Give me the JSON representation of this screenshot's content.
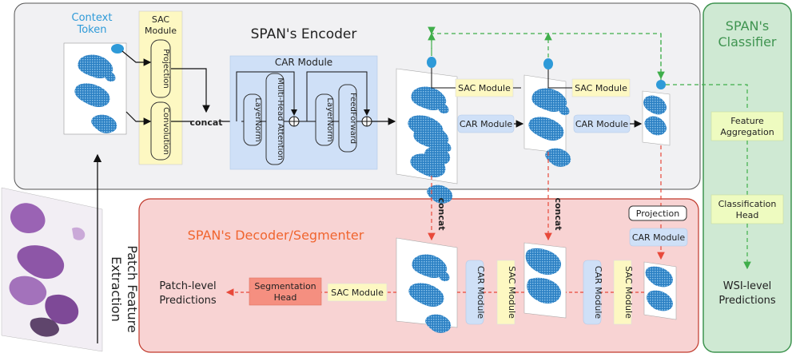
{
  "encoder": {
    "title": "SPAN's Encoder",
    "context_token": [
      "Context",
      "Token"
    ],
    "sac_module_title": [
      "SAC",
      "Module"
    ],
    "projection": "Projection",
    "convolution": "Convolution",
    "concat": "concat",
    "car_module_title": "CAR Module",
    "layernorm_1": "LayerNorm",
    "mha": "Multi-Head Attention",
    "layernorm_2": "LayerNorm",
    "feedforward": "FeedForward",
    "stage1_sac": "SAC Module",
    "stage1_car": "CAR Module",
    "stage2_sac": "SAC Module",
    "stage2_car": "CAR Module"
  },
  "classifier": {
    "title": [
      "SPAN's",
      "Classifier"
    ],
    "feature_aggregation": [
      "Feature",
      "Aggregation"
    ],
    "classification_head": [
      "Classification",
      "Head"
    ],
    "output": [
      "WSI-level",
      "Predictions"
    ]
  },
  "decoder": {
    "title": "SPAN's Decoder/Segmenter",
    "concat_1": "concat",
    "concat_2": "concat",
    "projection": "Projection",
    "car_module_top": "CAR Module",
    "car_module_1": "CAR Module",
    "sac_module_1": "SAC Module",
    "car_module_2": "CAR Module",
    "sac_module_2": "SAC Module",
    "sac_module_3": "SAC Module",
    "segmentation_head": [
      "Segmentation",
      "Head"
    ],
    "output": [
      "Patch-level",
      "Predictions"
    ]
  },
  "extraction": {
    "label": [
      "Patch Feature",
      "Extraction"
    ]
  },
  "colors": {
    "encoder_bg": "#f1f1f3",
    "classifier_bg": "#cfe9d3",
    "classifier_text": "#3f9450",
    "decoder_bg": "#f8d3d3",
    "decoder_text": "#f0652f",
    "sac_fill": "#fdf8c2",
    "car_fill": "#cfe0f7",
    "green_box": "#eefbc0",
    "seg_head": "#f58f80",
    "context_blue": "#2e9ad8",
    "patch_blue": "#2a7fc3"
  }
}
